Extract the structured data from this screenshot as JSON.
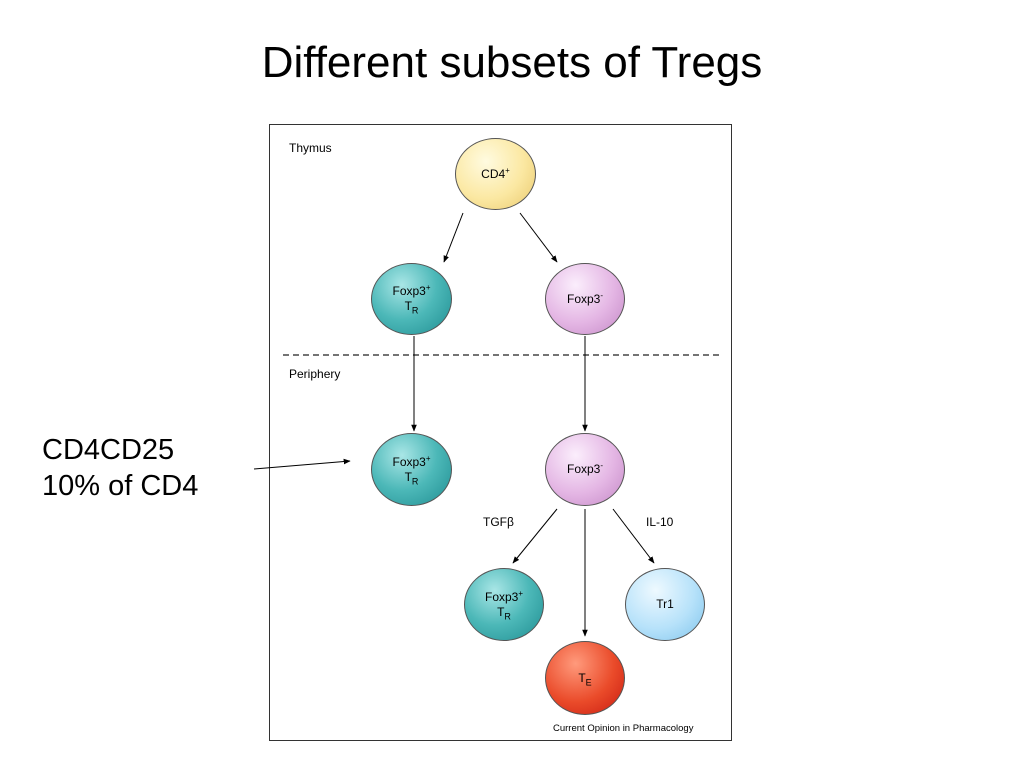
{
  "slide": {
    "title": "Different subsets of Tregs",
    "caption_line1": "CD4CD25",
    "caption_line2": "10% of CD4"
  },
  "diagram": {
    "region_thymus": "Thymus",
    "region_periphery": "Periphery",
    "credit": "Current Opinion in Pharmacology",
    "nodes": {
      "cd4": {
        "main": "CD4",
        "sup": "+"
      },
      "thymus_treg": {
        "line1": "Foxp3",
        "sup": "+",
        "line2": "T",
        "sub": "R"
      },
      "thymus_foxp3neg": {
        "main": "Foxp3",
        "sup": "-"
      },
      "periph_treg": {
        "line1": "Foxp3",
        "sup": "+",
        "line2": "T",
        "sub": "R"
      },
      "periph_foxp3neg": {
        "main": "Foxp3",
        "sup": "-"
      },
      "induced_treg": {
        "line1": "Foxp3",
        "sup": "+",
        "line2": "T",
        "sub": "R"
      },
      "tr1": {
        "main": "Tr1"
      },
      "te": {
        "main": "T",
        "sub": "E"
      }
    },
    "edge_labels": {
      "tgfb": "TGFβ",
      "il10": "IL-10"
    }
  }
}
